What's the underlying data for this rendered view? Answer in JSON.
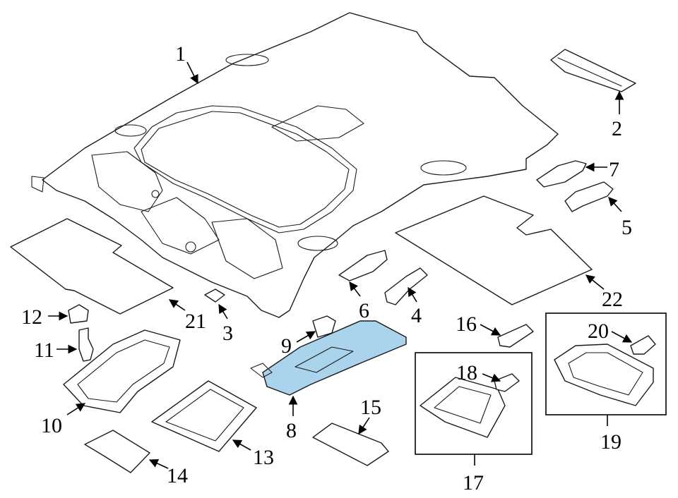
{
  "highlight_color": "#a9d4ec",
  "callouts": [
    {
      "id": "1",
      "text": "1"
    },
    {
      "id": "2",
      "text": "2"
    },
    {
      "id": "3",
      "text": "3"
    },
    {
      "id": "4",
      "text": "4"
    },
    {
      "id": "5",
      "text": "5"
    },
    {
      "id": "6",
      "text": "6"
    },
    {
      "id": "7",
      "text": "7"
    },
    {
      "id": "8",
      "text": "8"
    },
    {
      "id": "9",
      "text": "9"
    },
    {
      "id": "10",
      "text": "10"
    },
    {
      "id": "11",
      "text": "11"
    },
    {
      "id": "12",
      "text": "12"
    },
    {
      "id": "13",
      "text": "13"
    },
    {
      "id": "14",
      "text": "14"
    },
    {
      "id": "15",
      "text": "15"
    },
    {
      "id": "16",
      "text": "16"
    },
    {
      "id": "17",
      "text": "17"
    },
    {
      "id": "18",
      "text": "18"
    },
    {
      "id": "19",
      "text": "19"
    },
    {
      "id": "20",
      "text": "20"
    },
    {
      "id": "21",
      "text": "21"
    },
    {
      "id": "22",
      "text": "22"
    }
  ]
}
